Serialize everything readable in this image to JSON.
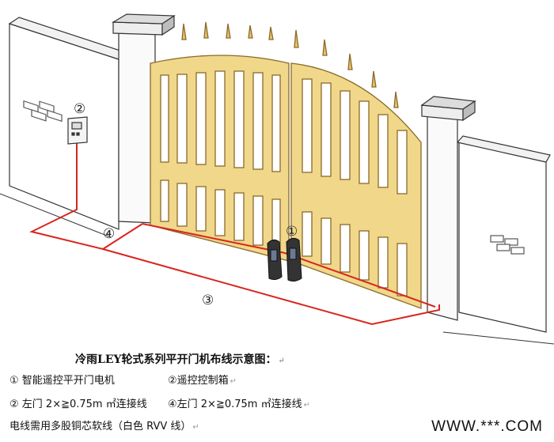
{
  "diagram": {
    "labels": {
      "motor": "①",
      "control_box": "②",
      "cable_gate": "③",
      "cable_box": "④"
    }
  },
  "caption": {
    "title": "冷雨LEY轮式系列平开门机布线示意图：",
    "item1": "①  智能遥控平开门电机",
    "item2": "②遥控控制箱",
    "item3": "②  左门 2×≧0.75m ㎡连接线",
    "item4": "④左门 2×≧0.75m ㎡连接线",
    "note": "电线需用多股铜芯软线（白色 RVV 线）",
    "return_mark": "↵"
  },
  "watermark": "WWW.***.COM",
  "colors": {
    "gate": "#f0d78a",
    "gate_shade": "#c9a758",
    "wire": "#d8261e",
    "wall": "#ffffff",
    "outline": "#333333"
  }
}
